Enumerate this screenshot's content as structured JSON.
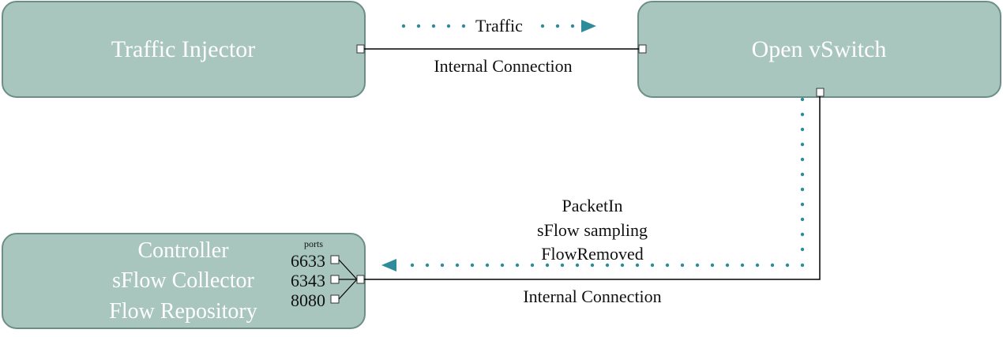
{
  "nodes": {
    "traffic_injector": {
      "label": "Traffic Injector"
    },
    "open_vswitch": {
      "label": "Open vSwitch"
    },
    "controller": {
      "lines": [
        "Controller",
        "sFlow Collector",
        "Flow Repository"
      ],
      "ports_caption": "ports",
      "ports": [
        "6633",
        "6343",
        "8080"
      ]
    }
  },
  "edges": {
    "traffic_flow": {
      "label": "Traffic"
    },
    "internal_top": {
      "label": "Internal Connection"
    },
    "internal_bottom": {
      "label": "Internal Connection"
    },
    "control_flow": {
      "lines": [
        "PacketIn",
        "sFlow sampling",
        "FlowRemoved"
      ]
    }
  },
  "colors": {
    "box_fill": "#a8c6be",
    "box_stroke": "#6b8f86",
    "dot_color": "#2e8b9a",
    "line_color": "#000000"
  }
}
